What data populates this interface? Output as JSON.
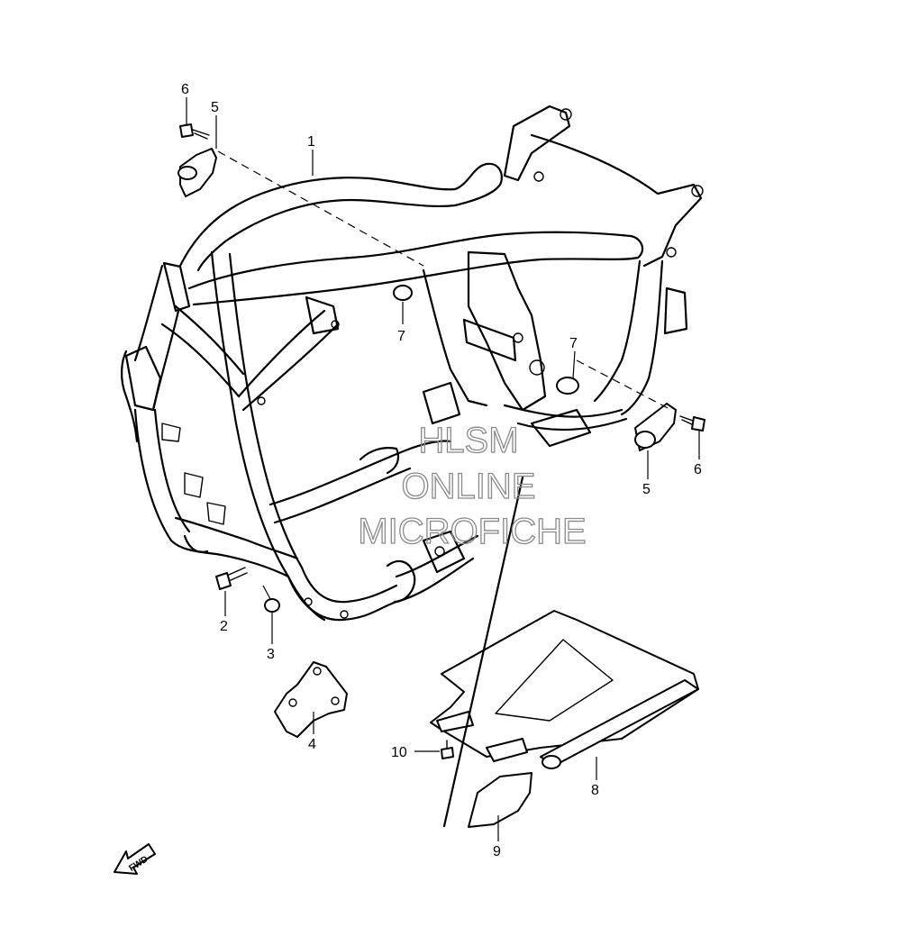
{
  "diagram": {
    "callouts": [
      {
        "id": "c6a",
        "label": "6"
      },
      {
        "id": "c5a",
        "label": "5"
      },
      {
        "id": "c1",
        "label": "1"
      },
      {
        "id": "c7a",
        "label": "7"
      },
      {
        "id": "c7b",
        "label": "7"
      },
      {
        "id": "c5b",
        "label": "5"
      },
      {
        "id": "c6b",
        "label": "6"
      },
      {
        "id": "c2",
        "label": "2"
      },
      {
        "id": "c3",
        "label": "3"
      },
      {
        "id": "c4",
        "label": "4"
      },
      {
        "id": "c10",
        "label": "10"
      },
      {
        "id": "c8",
        "label": "8"
      },
      {
        "id": "c9",
        "label": "9"
      }
    ],
    "fwd_label": "FWD"
  },
  "watermark": {
    "line1": "HLSM",
    "line2": "ONLINE",
    "line3": "MICROFICHE"
  }
}
